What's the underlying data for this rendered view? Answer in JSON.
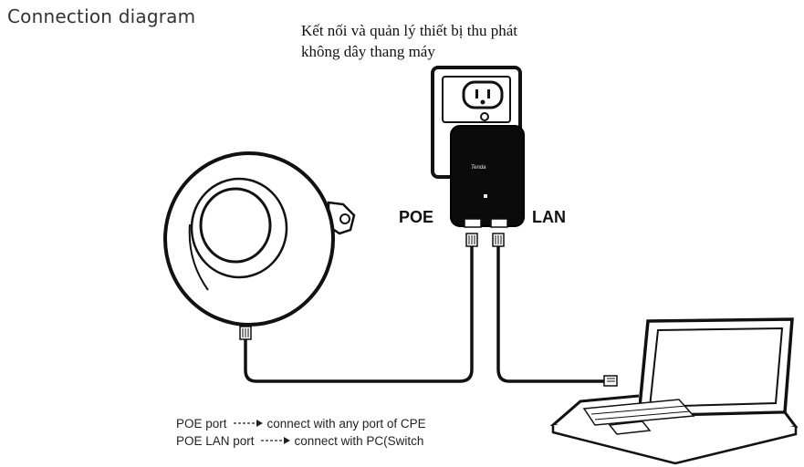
{
  "diagram": {
    "title": "Connection diagram",
    "caption_line1": "Kết nối và quản lý thiết bị thu phát",
    "caption_line2": "không dây thang máy",
    "adapter_brand": "Tenda",
    "port_poe": "POE",
    "port_lan": "LAN",
    "legend": [
      {
        "source": "POE port",
        "target": "connect with any port of CPE"
      },
      {
        "source": "POE LAN port",
        "target": "connect with PC(Switch"
      }
    ]
  }
}
